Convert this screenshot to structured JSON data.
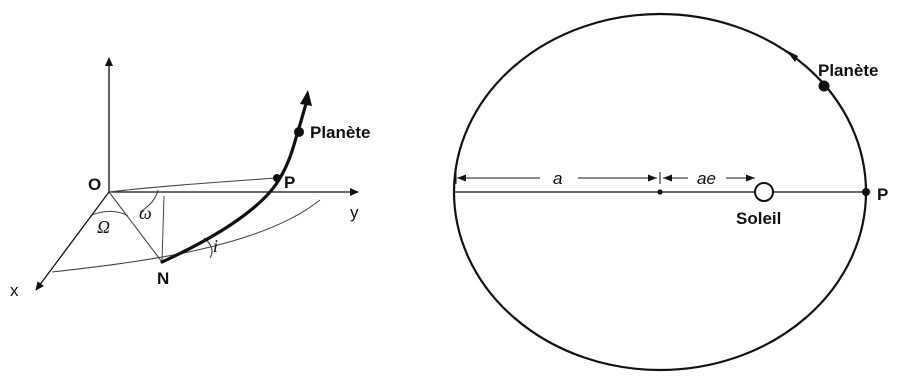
{
  "left_diagram": {
    "origin_label": "O",
    "x_axis_label": "x",
    "y_axis_label": "y",
    "node_label": "N",
    "perihelion_label": "P",
    "planet_label": "Planète",
    "omega_big_label": "Ω",
    "omega_small_label": "ω",
    "inclination_label": "i"
  },
  "right_diagram": {
    "semi_major_label": "a",
    "focal_offset_label": "ae",
    "sun_label": "Soleil",
    "perihelion_label": "P",
    "planet_label": "Planète"
  },
  "colors": {
    "ink": "#111111",
    "background": "#ffffff"
  }
}
